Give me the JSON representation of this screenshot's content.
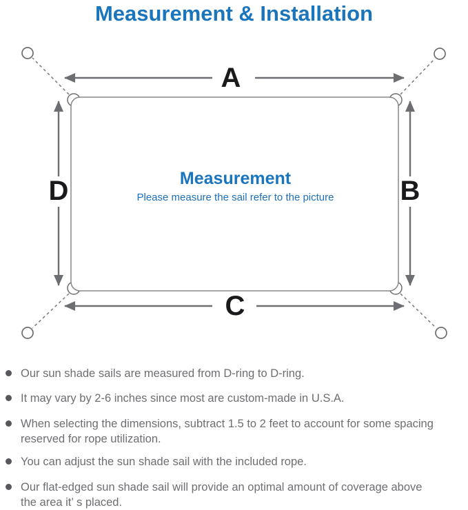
{
  "title": "Measurement & Installation",
  "diagram": {
    "center_title": "Measurement",
    "center_subtitle": "Please measure the sail refer to the picture",
    "dimension_labels": {
      "top": "A",
      "right": "B",
      "bottom": "C",
      "left": "D"
    }
  },
  "notes": [
    {
      "lines": [
        "Our sun shade sails are measured from D-ring to D-ring."
      ]
    },
    {
      "lines": [
        "It may vary by 2-6 inches since most are custom-made in U.S.A."
      ]
    },
    {
      "lines": [
        "When selecting the dimensions, subtract 1.5 to 2 feet to account for some spacing",
        "reserved for rope utilization."
      ]
    },
    {
      "lines": [
        "You can adjust the sun shade sail with the included rope."
      ]
    },
    {
      "lines": [
        "Our flat-edged sun shade sail will provide an optimal amount of coverage above",
        "the area it’ s placed."
      ]
    }
  ],
  "colors": {
    "accent_blue": "#1b75bc",
    "diagram_gray": "#6d6e71",
    "outline_gray": "#85878a",
    "text_gray": "#6d6e71",
    "label_black": "#1a1a1c"
  }
}
